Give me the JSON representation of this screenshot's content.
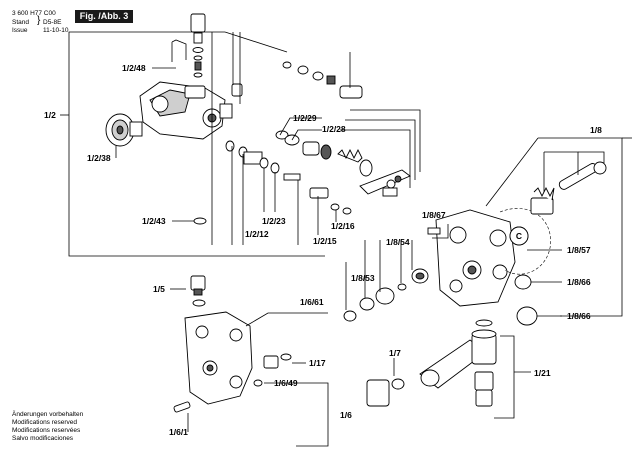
{
  "header": {
    "doc_number": "3 600 H77 C00",
    "stand_label": "Stand",
    "issue_label": "Issue",
    "stand_code": "D5-8E",
    "issue_date": "11-10-10",
    "figure_label": "Fig. /Abb. 3"
  },
  "labels": {
    "l_1_2_48": "1/2/48",
    "l_1_2": "1/2",
    "l_1_2_38": "1/2/38",
    "l_1_2_43": "1/2/43",
    "l_1_2_29": "1/2/29",
    "l_1_2_28": "1/2/28",
    "l_1_2_23": "1/2/23",
    "l_1_2_12": "1/2/12",
    "l_1_2_15": "1/2/15",
    "l_1_2_16": "1/2/16",
    "l_1_8": "1/8",
    "l_1_8_67": "1/8/67",
    "l_1_8_54": "1/8/54",
    "l_1_8_53": "1/8/53",
    "l_1_8_57": "1/8/57",
    "l_1_8_66a": "1/8/66",
    "l_1_8_66b": "1/8/66",
    "l_1_5": "1/5",
    "l_1_6_61": "1/6/61",
    "l_1_17": "1/17",
    "l_1_6_49": "1/6/49",
    "l_1_6": "1/6",
    "l_1_6_1": "1/6/1",
    "l_1_7": "1/7",
    "l_1_21": "1/21",
    "circle_c": "C"
  },
  "notes": [
    "Änderungen vorbehalten",
    "Modifications reserved",
    "Modifications reservées",
    "Salvo modificaciones"
  ]
}
